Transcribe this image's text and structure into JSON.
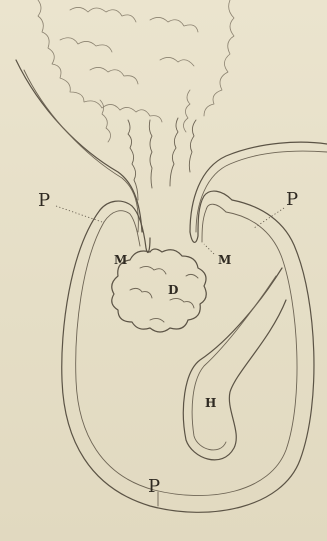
{
  "figure": {
    "labels": {
      "p_left": "P",
      "p_right": "P",
      "p_bottom": "P",
      "m_left": "M",
      "m_right": "M",
      "d": "D",
      "h": "H"
    }
  }
}
